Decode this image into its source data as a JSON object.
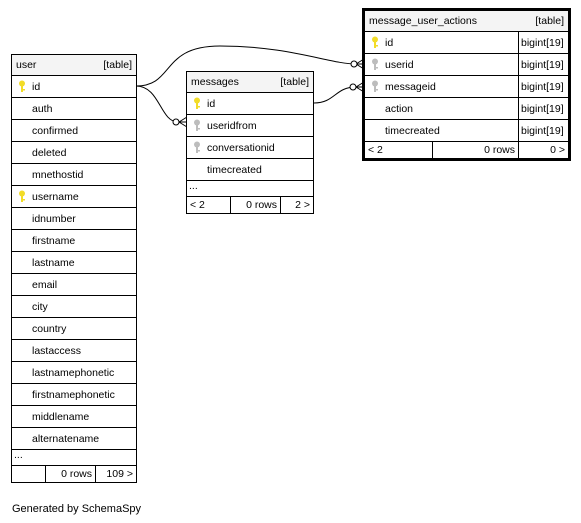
{
  "tables": {
    "user": {
      "name": "user",
      "tag": "[table]",
      "columns": [
        {
          "name": "id",
          "key": "primary"
        },
        {
          "name": "auth",
          "key": "none"
        },
        {
          "name": "confirmed",
          "key": "none"
        },
        {
          "name": "deleted",
          "key": "none"
        },
        {
          "name": "mnethostid",
          "key": "none"
        },
        {
          "name": "username",
          "key": "primary"
        },
        {
          "name": "idnumber",
          "key": "none"
        },
        {
          "name": "firstname",
          "key": "none"
        },
        {
          "name": "lastname",
          "key": "none"
        },
        {
          "name": "email",
          "key": "none"
        },
        {
          "name": "city",
          "key": "none"
        },
        {
          "name": "country",
          "key": "none"
        },
        {
          "name": "lastaccess",
          "key": "none"
        },
        {
          "name": "lastnamephonetic",
          "key": "none"
        },
        {
          "name": "firstnamephonetic",
          "key": "none"
        },
        {
          "name": "middlename",
          "key": "none"
        },
        {
          "name": "alternatename",
          "key": "none"
        }
      ],
      "ellipsis": "...",
      "footer": {
        "parents": "",
        "rows": "0 rows",
        "children": "109 >"
      }
    },
    "messages": {
      "name": "messages",
      "tag": "[table]",
      "columns": [
        {
          "name": "id",
          "key": "primary"
        },
        {
          "name": "useridfrom",
          "key": "foreign"
        },
        {
          "name": "conversationid",
          "key": "foreign"
        },
        {
          "name": "timecreated",
          "key": "none"
        }
      ],
      "ellipsis": "...",
      "footer": {
        "parents": "< 2",
        "rows": "0 rows",
        "children": "2 >"
      }
    },
    "message_user_actions": {
      "name": "message_user_actions",
      "tag": "[table]",
      "columns": [
        {
          "name": "id",
          "key": "primary",
          "type": "bigint[19]"
        },
        {
          "name": "userid",
          "key": "foreign",
          "type": "bigint[19]"
        },
        {
          "name": "messageid",
          "key": "foreign",
          "type": "bigint[19]"
        },
        {
          "name": "action",
          "key": "none",
          "type": "bigint[19]"
        },
        {
          "name": "timecreated",
          "key": "none",
          "type": "bigint[19]"
        }
      ],
      "footer": {
        "parents": "< 2",
        "rows": "0 rows",
        "children": "0 >"
      }
    }
  },
  "credit": "Generated by SchemaSpy",
  "colors": {
    "primary_key": "#f2dc28",
    "foreign_key": "#bdbdbd",
    "header_bg": "#f4f4f4",
    "line": "#000000"
  }
}
